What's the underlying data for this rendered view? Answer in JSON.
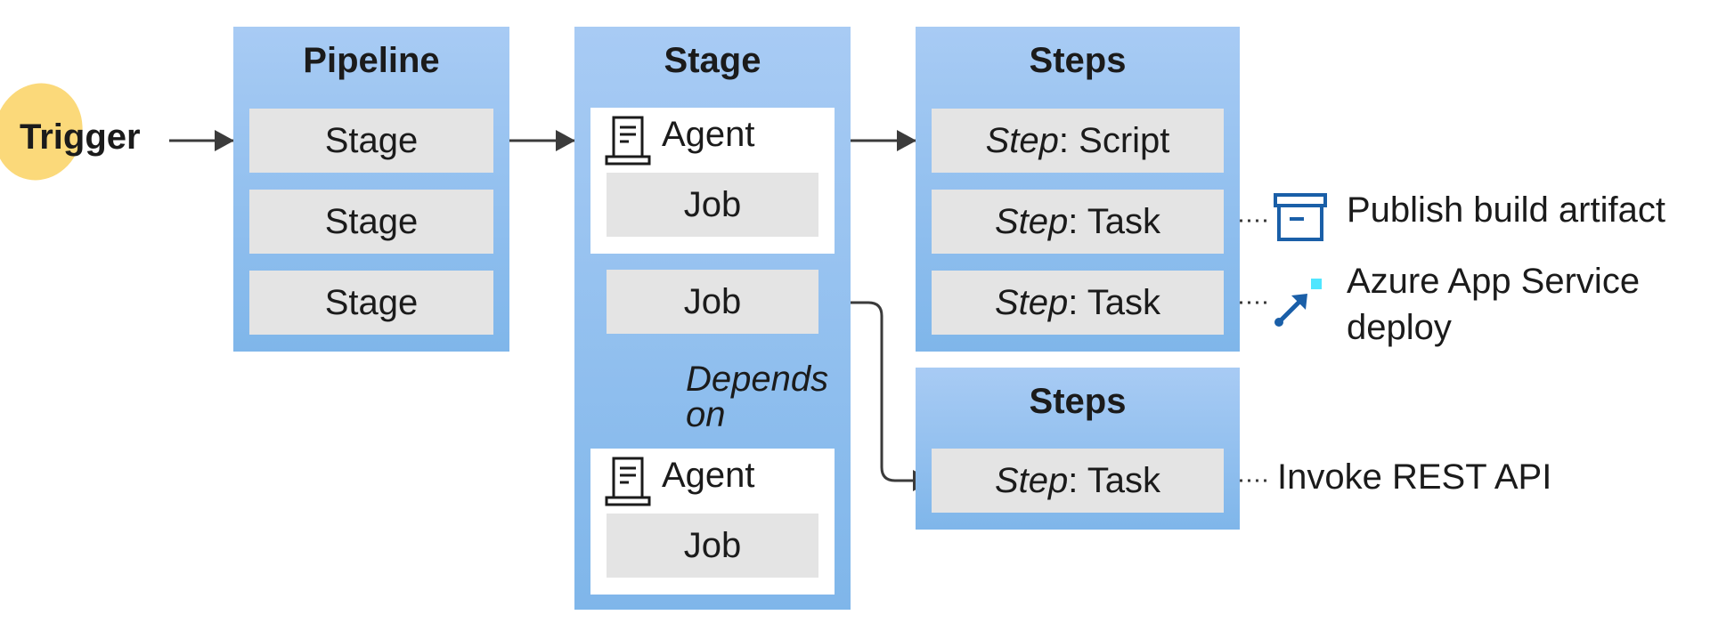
{
  "trigger": {
    "label": "Trigger"
  },
  "pipeline": {
    "title": "Pipeline",
    "stages": [
      "Stage",
      "Stage",
      "Stage"
    ]
  },
  "stage": {
    "title": "Stage",
    "agent_label": "Agent",
    "job_label": "Job",
    "depends_on_line1": "Depends",
    "depends_on_line2": "on"
  },
  "steps_upper": {
    "title": "Steps",
    "items": [
      {
        "prefix": "Step",
        "suffix": ": Script"
      },
      {
        "prefix": "Step",
        "suffix": ": Task"
      },
      {
        "prefix": "Step",
        "suffix": ": Task"
      }
    ]
  },
  "steps_lower": {
    "title": "Steps",
    "items": [
      {
        "prefix": "Step",
        "suffix": ": Task"
      }
    ]
  },
  "external": {
    "publish": "Publish build artifact",
    "azure_line1": "Azure App Service",
    "azure_line2": "deploy",
    "rest": "Invoke REST API"
  },
  "icons": {
    "agent": "server-icon",
    "publish": "archive-box-icon",
    "azure": "deploy-arrow-icon"
  },
  "colors": {
    "panel_top": "#a8cbf4",
    "panel_bottom": "#7fb6ea",
    "item_gray": "#e4e4e4",
    "trigger": "#fbd97a",
    "icon_blue": "#1a5fa8",
    "icon_cyan": "#50e6ff"
  }
}
